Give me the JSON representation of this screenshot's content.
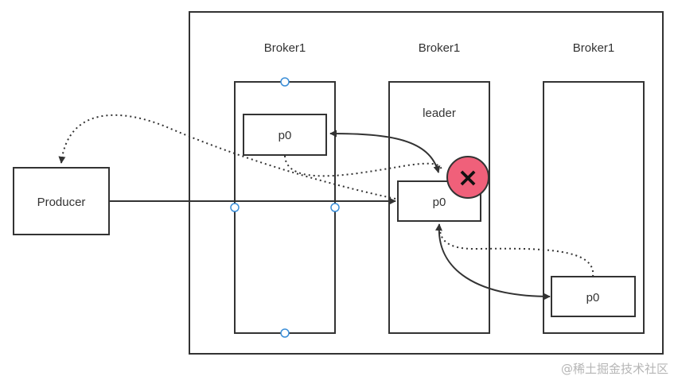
{
  "brokers": [
    {
      "title": "Broker1"
    },
    {
      "title": "Broker1",
      "role_label": "leader"
    },
    {
      "title": "Broker1"
    }
  ],
  "partitions": {
    "follower_1": "p0",
    "leader": "p0",
    "follower_2": "p0"
  },
  "producer": {
    "label": "Producer"
  },
  "failure_marker": {
    "glyph": "×",
    "color": "#f0607a"
  },
  "watermark": "@稀土掘金技术社区",
  "colors": {
    "stroke": "#333333",
    "handle": "#3b8ed8",
    "text": "#333333",
    "watermark": "#b5b5b5"
  }
}
